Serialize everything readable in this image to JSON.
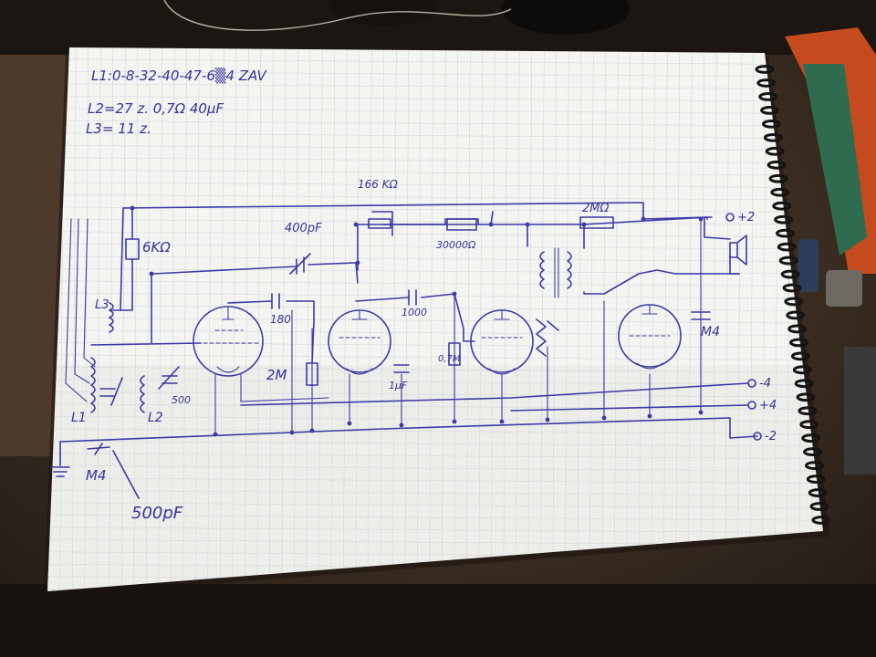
{
  "notes": {
    "line1": "L1:0-8-32-40-47-6▒4  ZAV",
    "line2": "L2=27 z.   0,7Ω  40μF",
    "line3": "L3= 11 z."
  },
  "labels": {
    "r_6k": "6KΩ",
    "r_166k": "166 KΩ",
    "c_400p": "400pF",
    "r_30000": "30000Ω",
    "r_2m_top": "2MΩ",
    "c_180": "180",
    "c_1000": "1000",
    "r_2m": "2M",
    "c_1u": "1μF",
    "r_0_7m": "0,7M",
    "c_500": "500",
    "l1": "L1",
    "l2": "L2",
    "l3": "L3",
    "c_m4_left": "M4",
    "c_m4_right": "M4",
    "c_500pf": "500pF",
    "t_plus2": "+2",
    "t_minus4": "-4",
    "t_plus4": "+4",
    "t_minus2": "-2"
  },
  "colors": {
    "ink": "#3a3aa6",
    "paper": "#f4f4f1",
    "grid": "#c3c9d2",
    "desk": "#3a2c20"
  }
}
